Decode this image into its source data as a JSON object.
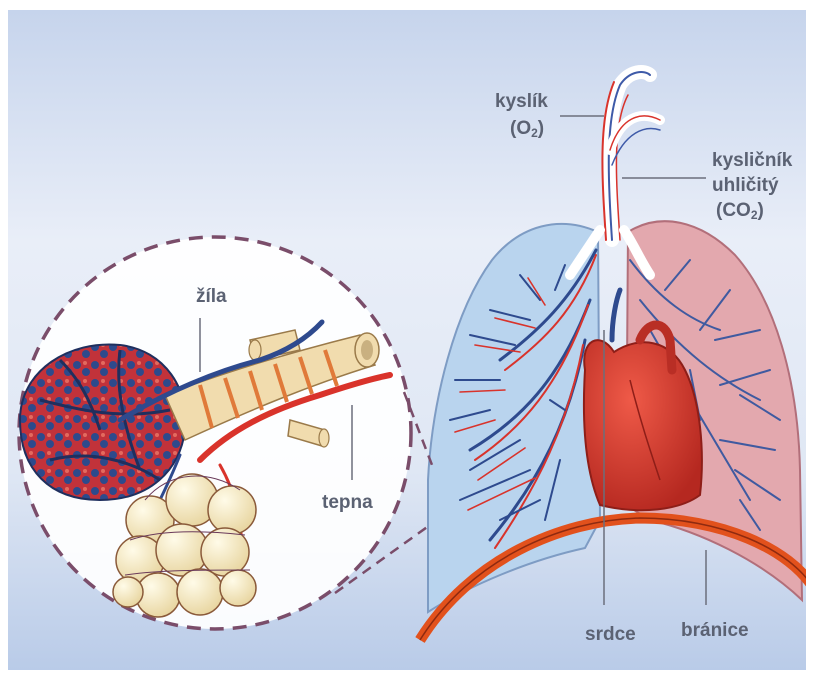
{
  "labels": {
    "zila": "žíla",
    "tepna": "tepna",
    "kyslik_line1": "kyslík",
    "kyslik_formula_prefix": "(O",
    "kyslik_sub": "2",
    "kyslik_formula_suffix": ")",
    "co2_line1": "kysličník",
    "co2_line2": "uhličitý",
    "co2_formula_prefix": "(CO",
    "co2_sub": "2",
    "co2_formula_suffix": ")",
    "srdce": "srdce",
    "branice": "bránice"
  },
  "colors": {
    "background_top": "#c8d6ee",
    "background_bottom": "#e6edf8",
    "lung_left": "#b9d4ee",
    "lung_right": "#e3a8ae",
    "artery_red": "#d9332b",
    "vein_blue": "#2e4a8e",
    "diaphragm": "#e2511c",
    "heart": "#d7372d",
    "alveoli_cream": "#f3e6bf",
    "circle_dash": "#7a4d6a"
  }
}
